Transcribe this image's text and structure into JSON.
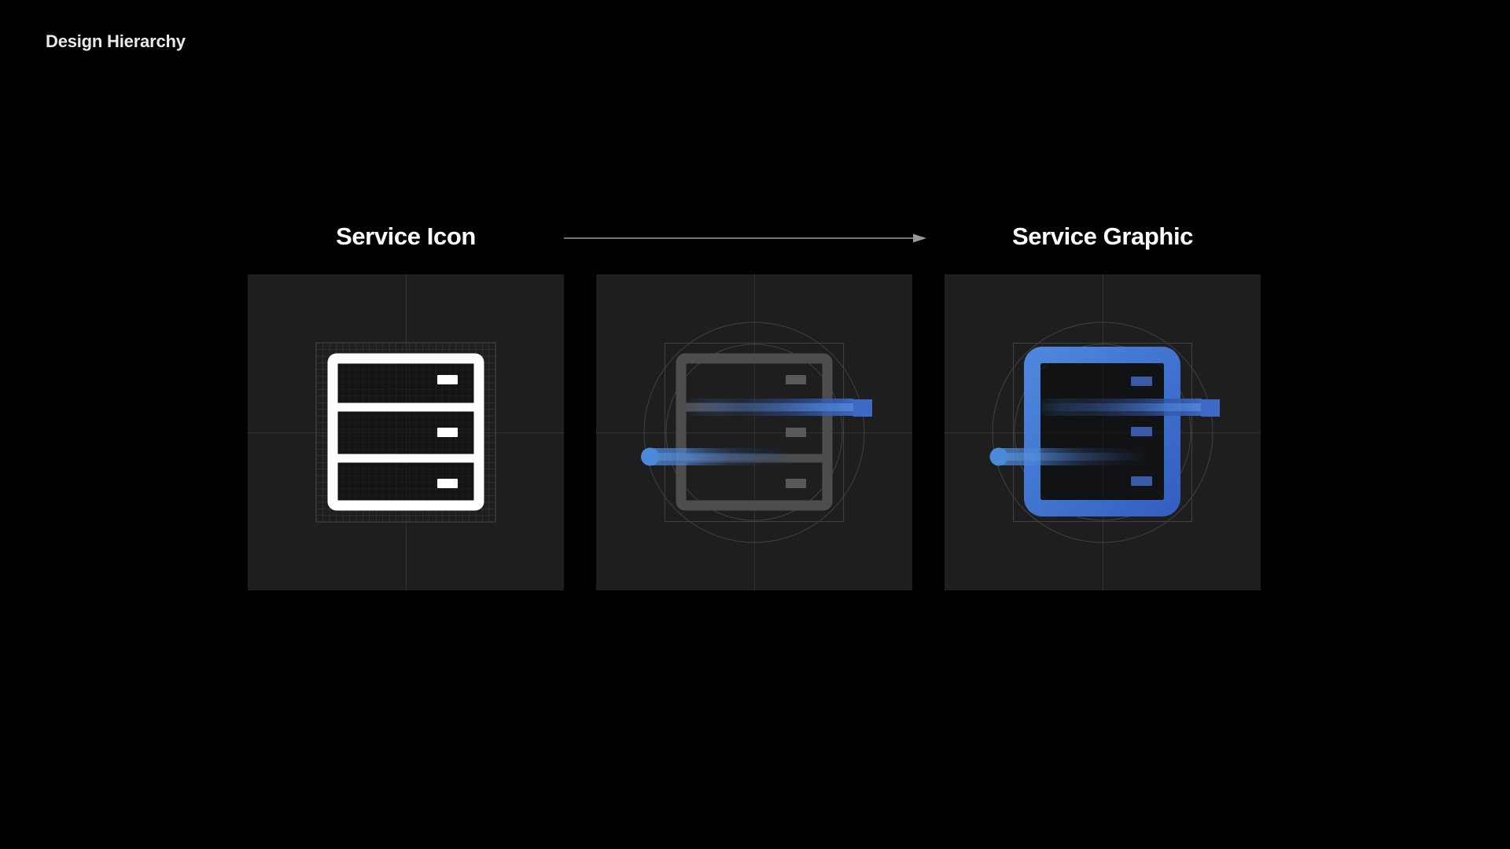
{
  "page": {
    "title": "Design Hierarchy"
  },
  "panels": {
    "service_icon": {
      "label": "Service Icon",
      "keyline": "pixel-grid",
      "icon": "server-stack",
      "variant": "white-outline",
      "slots": 3
    },
    "construction": {
      "label": "",
      "keyline": "square-and-circles",
      "icon": "server-stack",
      "variant": "gray-wireframe",
      "slots": 3,
      "accents": [
        "flow-bar-to-square",
        "flow-bar-from-circle"
      ]
    },
    "service_graphic": {
      "label": "Service Graphic",
      "keyline": "square-and-circles",
      "icon": "server-stack",
      "variant": "blue-graphic",
      "slots": 3,
      "accents": [
        "flow-bar-to-square",
        "flow-bar-from-circle"
      ]
    }
  },
  "icons": {
    "arrow": "arrow-right",
    "subject": "server-stack"
  },
  "colors": {
    "background": "#000000",
    "panel_background": "#1e1e1e",
    "crosshair": "#2f3032",
    "keyline": "#3f4144",
    "grid_line": "#3c3c3c",
    "grid_border": "#4d4d4d",
    "icon_white": "#ffffff",
    "icon_gray": "#4d4d4d",
    "dash_gray": "#595959",
    "icon_blue_light": "#4d87dc",
    "icon_blue_dark": "#3560c2",
    "dash_blue": "#3a5aa8",
    "accent_square": "#3e69c5",
    "accent_circle": "#4a8ad8",
    "bar_blue": "#4c86d8",
    "arrow": "#999999",
    "heading_text": "#ffffff",
    "title_text": "#eaeaea"
  }
}
